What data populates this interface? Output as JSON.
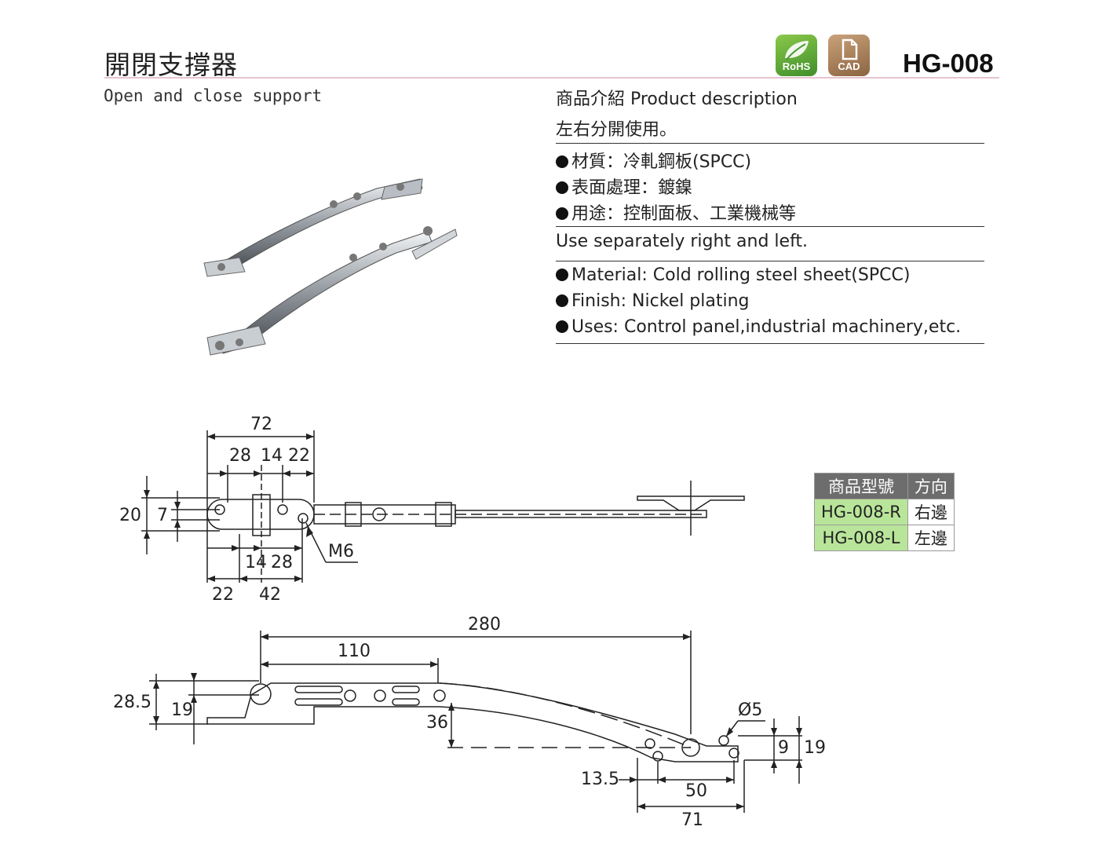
{
  "header": {
    "title_cn": "開閉支撐器",
    "title_en": "Open and close support",
    "model": "HG-008",
    "badges": [
      {
        "label": "RoHS",
        "icon": "leaf-icon",
        "color": "#5aa83a"
      },
      {
        "label": "CAD",
        "icon": "document-icon",
        "color": "#a87c55"
      }
    ]
  },
  "description": {
    "heading": "商品介紹 Product description",
    "note_cn": "左右分開使用。",
    "specs_cn": [
      "材質：冷軋鋼板(SPCC)",
      "表面處理：鍍鎳",
      "用途：控制面板、工業機械等"
    ],
    "note_en": "Use separately right and left.",
    "specs_en": [
      "Material: Cold rolling steel sheet(SPCC)",
      "Finish: Nickel plating",
      "Uses: Control panel,industrial machinery,etc."
    ]
  },
  "model_table": {
    "headers": [
      "商品型號",
      "方向"
    ],
    "rows": [
      [
        "HG-008-R",
        "右邊"
      ],
      [
        "HG-008-L",
        "左邊"
      ]
    ]
  },
  "drawing_top": {
    "dims": {
      "d72": "72",
      "d28": "28",
      "d14a": "14",
      "d22a": "22",
      "d20": "20",
      "d7": "7",
      "m6": "M6",
      "d14b": "14",
      "d28b": "28",
      "d22b": "22",
      "d42": "42"
    }
  },
  "drawing_side": {
    "dims": {
      "d280": "280",
      "d110": "110",
      "d28_5": "28.5",
      "d19a": "19",
      "d36": "36",
      "d5": "Ø5",
      "d9": "9",
      "d19b": "19",
      "d13_5": "13.5",
      "d50": "50",
      "d71": "71"
    }
  }
}
